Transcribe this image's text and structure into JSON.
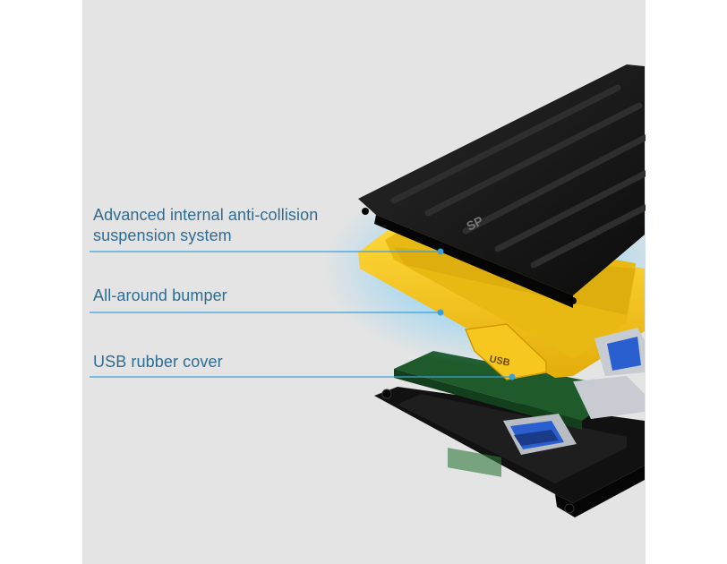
{
  "callouts": [
    {
      "line1": "Advanced internal anti-collision",
      "line2": "suspension system"
    },
    {
      "text": "All-around bumper"
    },
    {
      "text": "USB rubber cover"
    }
  ],
  "device": {
    "logo": "SP",
    "port_cover_label": "USB"
  },
  "colors": {
    "background": "#e4e4e4",
    "label_text": "#2f6c92",
    "leader_line": "#3ba0d8",
    "bumper": "#f4c51c",
    "shell": "#121212"
  }
}
